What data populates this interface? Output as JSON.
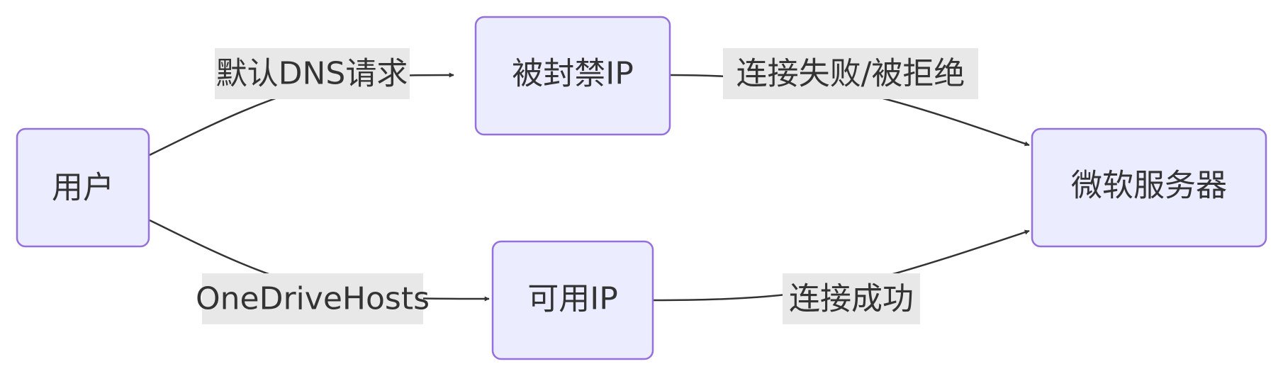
{
  "nodes": {
    "user": "用户",
    "blocked_ip": "被封禁IP",
    "available_ip": "可用IP",
    "ms_server": "微软服务器"
  },
  "edges": {
    "default_dns": "默认DNS请求",
    "onedrive_hosts": "OneDriveHosts",
    "conn_failed": "连接失败/被拒绝",
    "conn_success": "连接成功"
  },
  "colors": {
    "node_fill": "#ECECFF",
    "node_stroke": "#9370DB",
    "edge": "#333333",
    "label_bg": "#E8E8E8",
    "text": "#333333"
  }
}
